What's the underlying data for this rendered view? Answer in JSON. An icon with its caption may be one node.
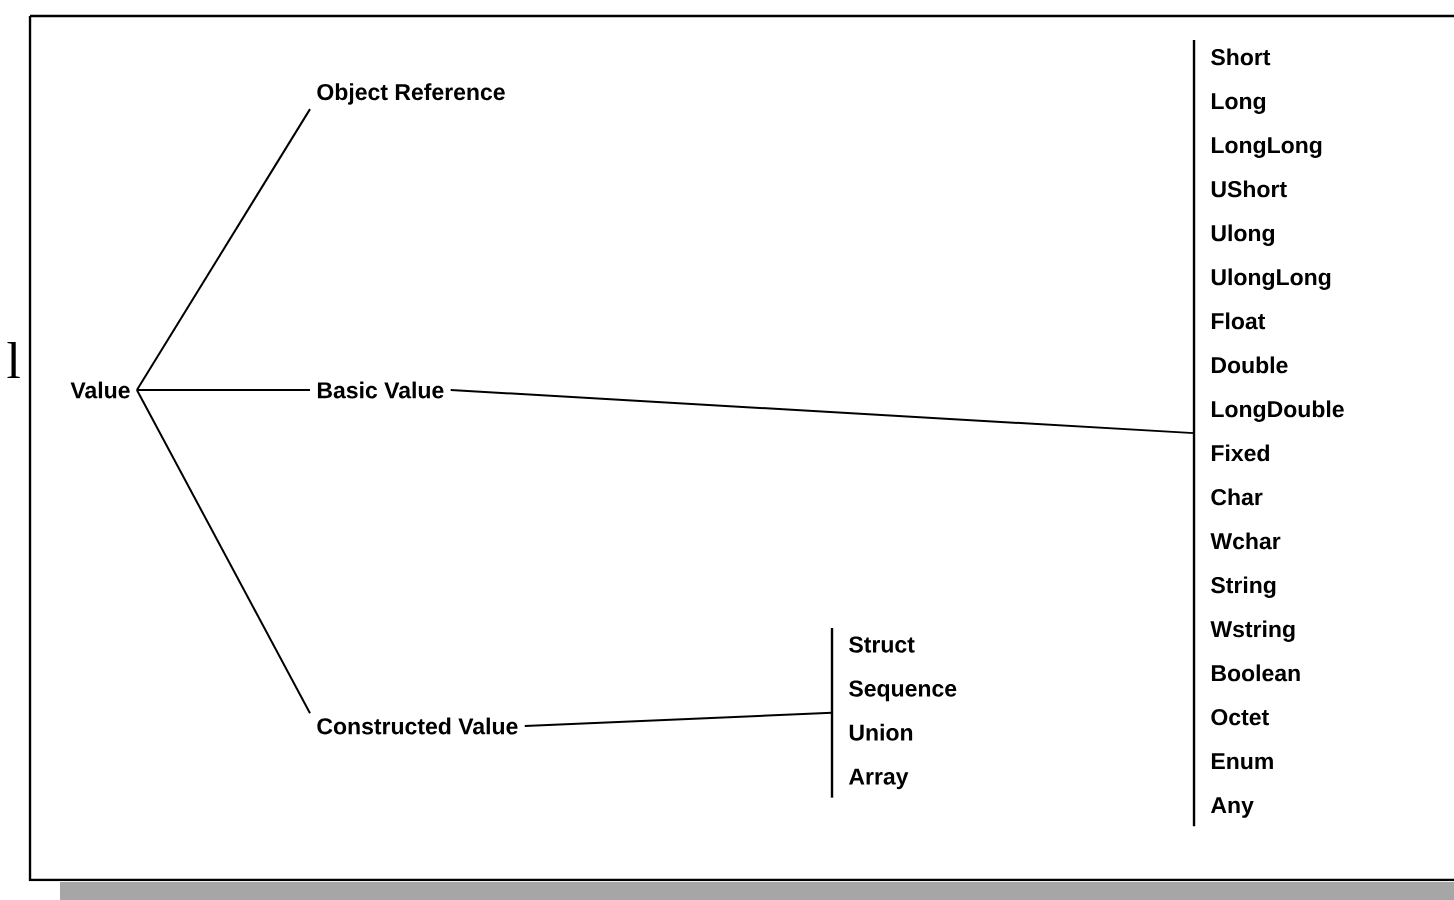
{
  "diagram": {
    "nodes": [
      {
        "text": [
          "Value"
        ]
      },
      {
        "text": [
          "Object Reference"
        ]
      },
      {
        "text": [
          "Basic Value"
        ]
      },
      {
        "text": [
          "Constructed Value"
        ]
      },
      {
        "text": [
          "Struct",
          "Sequence",
          "Union",
          "Array"
        ]
      },
      {
        "text": [
          "Short",
          "Long",
          "LongLong",
          "UShort",
          "Ulong",
          "UlongLong",
          "Float",
          "Double",
          "LongDouble",
          "Fixed",
          "Char",
          "Wchar",
          "String",
          "Wstring",
          "Boolean",
          "Octet",
          "Enum",
          "Any"
        ]
      }
    ],
    "edges": [
      {
        "from": 0,
        "to": 1,
        "arrow": "none"
      },
      {
        "from": 0,
        "to": 2,
        "arrow": "none"
      },
      {
        "from": 0,
        "to": 3,
        "arrow": "none"
      },
      {
        "from": 2,
        "to": 5,
        "arrow": "none"
      },
      {
        "from": 3,
        "to": 4,
        "arrow": "none"
      }
    ],
    "labels": [
      "l"
    ]
  }
}
